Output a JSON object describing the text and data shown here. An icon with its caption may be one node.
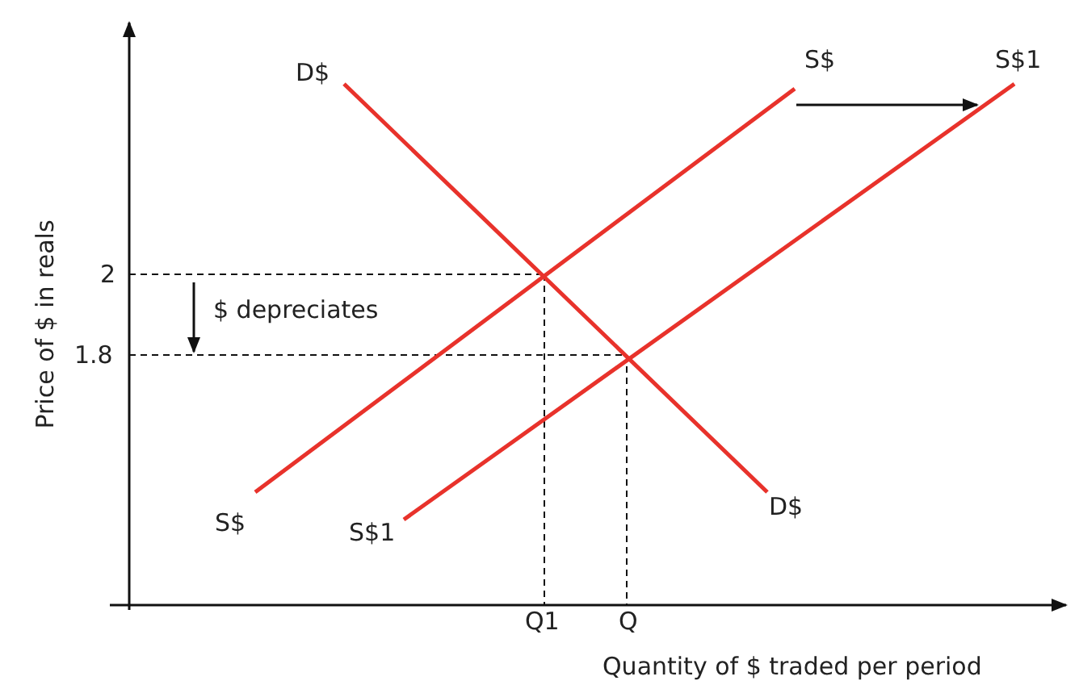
{
  "diagram": {
    "labels": [
      "D$",
      "S$",
      "S$1",
      "2",
      "$ depreciates",
      "1.8",
      "Price of $ in reals",
      "S$",
      "S$1",
      "D$",
      "Q1",
      "Q",
      "Quantity of $ traded per period"
    ]
  }
}
